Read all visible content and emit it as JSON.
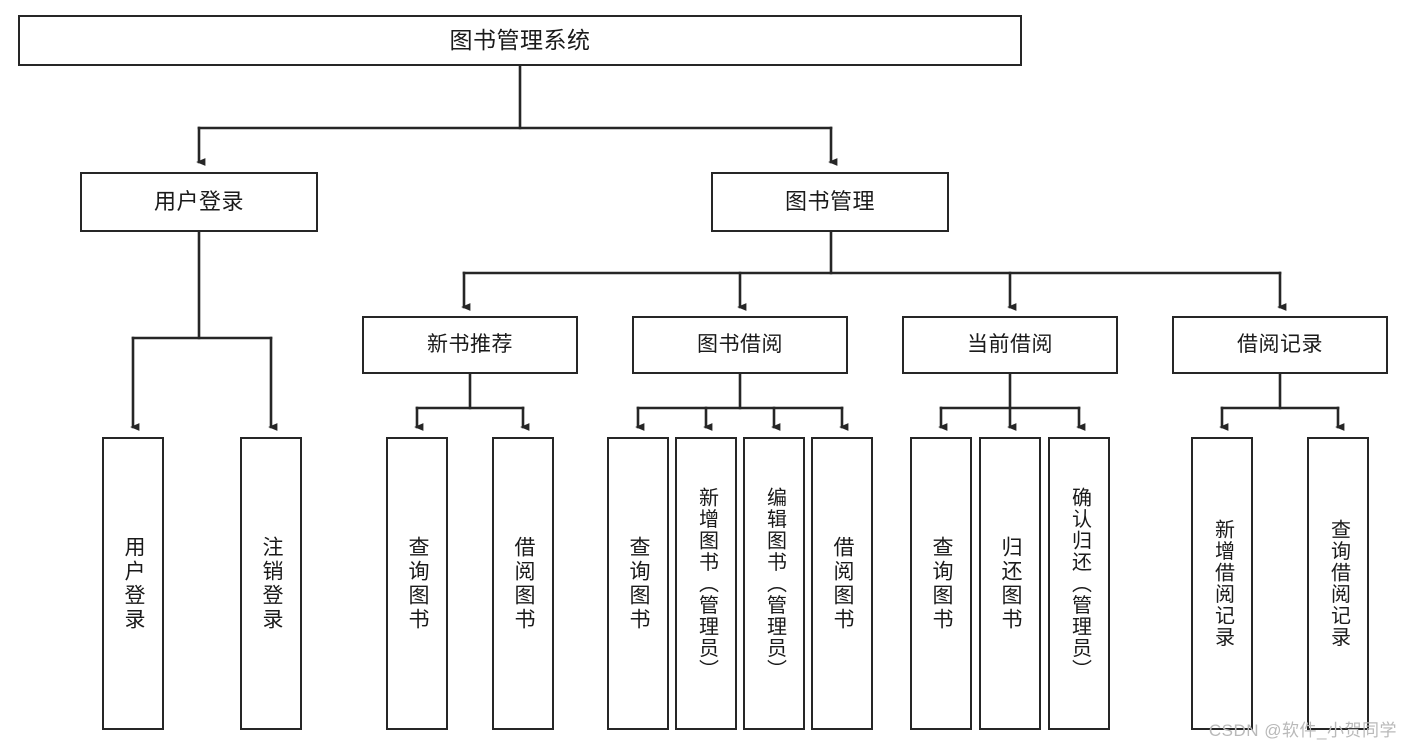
{
  "diagram": {
    "type": "tree-hierarchy-functional-decomposition",
    "title_node": {
      "id": "root",
      "label": "图书管理系统"
    },
    "level2": [
      {
        "id": "user-login",
        "label": "用户登录"
      },
      {
        "id": "book-manage",
        "label": "图书管理"
      }
    ],
    "level3": [
      {
        "id": "new-book-recommend",
        "label": "新书推荐",
        "parent": "book-manage"
      },
      {
        "id": "book-borrow",
        "label": "图书借阅",
        "parent": "book-manage"
      },
      {
        "id": "current-borrow",
        "label": "当前借阅",
        "parent": "book-manage"
      },
      {
        "id": "borrow-record",
        "label": "借阅记录",
        "parent": "book-manage"
      }
    ],
    "leaves": [
      {
        "id": "leaf-user-login",
        "label": "用户登录",
        "parent": "user-login"
      },
      {
        "id": "leaf-logout-login",
        "label": "注销登录",
        "parent": "user-login"
      },
      {
        "id": "leaf-query-book-1",
        "label": "查询图书",
        "parent": "new-book-recommend"
      },
      {
        "id": "leaf-borrow-book-1",
        "label": "借阅图书",
        "parent": "new-book-recommend"
      },
      {
        "id": "leaf-query-book-2",
        "label": "查询图书",
        "parent": "book-borrow"
      },
      {
        "id": "leaf-add-book",
        "label": "新增图书（管理员）",
        "parent": "book-borrow"
      },
      {
        "id": "leaf-edit-book",
        "label": "编辑图书（管理员）",
        "parent": "book-borrow"
      },
      {
        "id": "leaf-borrow-book-2",
        "label": "借阅图书",
        "parent": "book-borrow"
      },
      {
        "id": "leaf-query-book-3",
        "label": "查询图书",
        "parent": "current-borrow"
      },
      {
        "id": "leaf-return-book",
        "label": "归还图书",
        "parent": "current-borrow"
      },
      {
        "id": "leaf-confirm-return",
        "label": "确认归还（管理员）",
        "parent": "current-borrow"
      },
      {
        "id": "leaf-add-record",
        "label": "新增借阅记录",
        "parent": "borrow-record"
      },
      {
        "id": "leaf-query-record",
        "label": "查询借阅记录",
        "parent": "borrow-record"
      }
    ],
    "colors": {
      "stroke": "#262626",
      "box_fill": "#ffffff",
      "text": "#1a1a1a",
      "background": "#ffffff",
      "watermark": "#b9b9b9"
    }
  },
  "watermark": {
    "text": "CSDN @软件_小贺同学"
  }
}
